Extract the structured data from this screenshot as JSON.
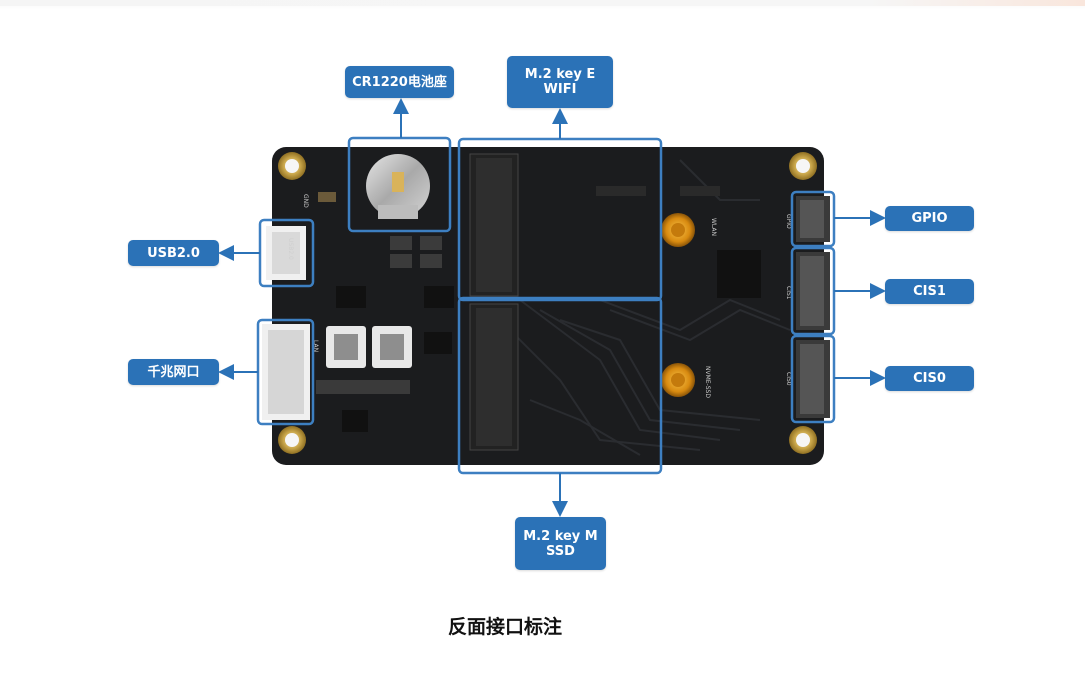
{
  "colors": {
    "accent": "#2b72b7",
    "board": "#1b1c1e",
    "outline": "#3d7fc1"
  },
  "labels": {
    "cr1220": "CR1220电池座",
    "m2e_line1": "M.2 key E",
    "m2e_line2": "WIFI",
    "usb": "USB2.0",
    "lan": "千兆网口",
    "gpio": "GPIO",
    "cis1": "CIS1",
    "cis0": "CIS0",
    "m2m_line1": "M.2 key M",
    "m2m_line2": "SSD"
  },
  "silkscreen": {
    "gnd": "GND",
    "usb_port": "USB2.0",
    "lan_port": "LAN",
    "wlan": "WLAN",
    "nvme": "NVME-SSD",
    "gpio_port": "GPIO",
    "cis1_port": "CIS1",
    "cis0_port": "CIS0"
  },
  "caption": "反面接口标注"
}
